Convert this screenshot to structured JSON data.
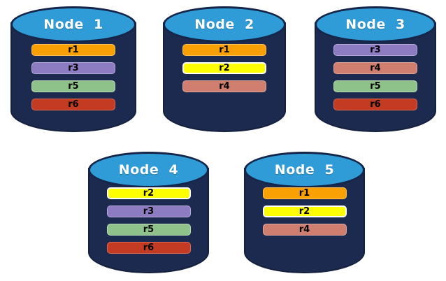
{
  "diagram": {
    "description": "Five database nodes holding colored replica bars"
  },
  "nodes": [
    {
      "name": "Node  1",
      "replicas": [
        "r1",
        "r3",
        "r5",
        "r6"
      ]
    },
    {
      "name": "Node  2",
      "replicas": [
        "r1",
        "r2",
        "r4"
      ]
    },
    {
      "name": "Node  3",
      "replicas": [
        "r3",
        "r4",
        "r5",
        "r6"
      ]
    },
    {
      "name": "Node  4",
      "replicas": [
        "r2",
        "r3",
        "r5",
        "r6"
      ]
    },
    {
      "name": "Node  5",
      "replicas": [
        "r1",
        "r2",
        "r4"
      ]
    }
  ],
  "palette": {
    "r1": {
      "fill": "#F9A004",
      "border": "#FDC055",
      "border_width": 1
    },
    "r2": {
      "fill": "#FDFF00",
      "border": "#FFFFFF",
      "border_width": 2
    },
    "r3": {
      "fill": "#8E7CC3",
      "border": "#B3A8D9",
      "border_width": 1
    },
    "r4": {
      "fill": "#D07E70",
      "border": "#DFA79C",
      "border_width": 1
    },
    "r5": {
      "fill": "#8FC18B",
      "border": "#B9DCB4",
      "border_width": 1
    },
    "r6": {
      "fill": "#C43B24",
      "border": "#D96A50",
      "border_width": 1
    }
  },
  "colors": {
    "cylinder_body": "#1B2A4E",
    "cylinder_top": "#2F9CD8",
    "cylinder_outline": "#15264A",
    "title_text": "#FFFFFF",
    "bar_text": "#000000",
    "background": "#FFFFFF"
  }
}
